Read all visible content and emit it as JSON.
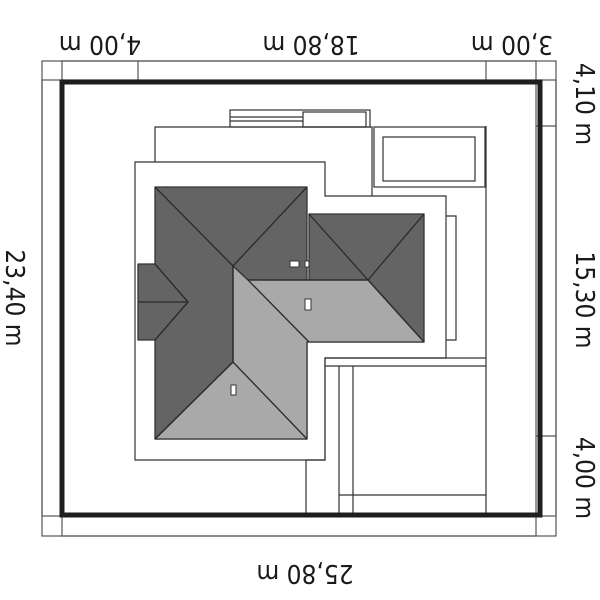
{
  "dimensions": {
    "top_left": "4,00 m",
    "top_middle": "18,80 m",
    "top_right": "3,00 m",
    "bottom": "25,80 m",
    "left": "23,40 m",
    "right_top": "4,10 m",
    "right_middle": "15,30 m",
    "right_bottom": "4,00 m"
  },
  "colors": {
    "plot_boundary": "#1e1e1e",
    "roof_dark": "#646464",
    "roof_light": "#a9a9a9",
    "line": "#333333"
  }
}
